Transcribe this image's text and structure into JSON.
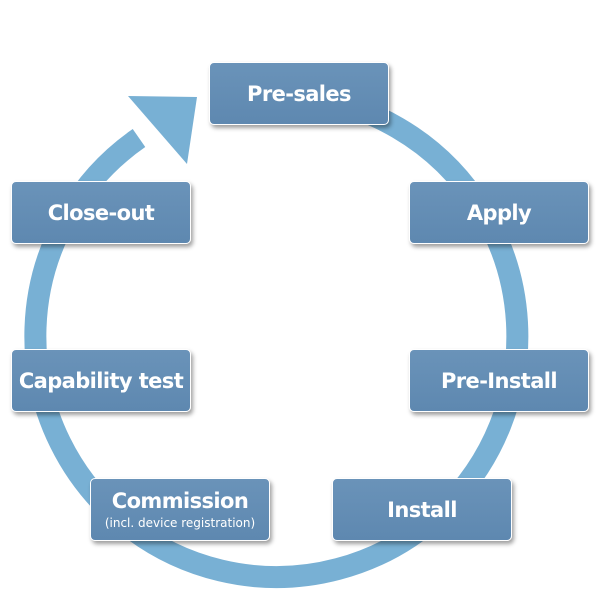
{
  "stages": {
    "presales": {
      "label": "Pre-sales"
    },
    "apply": {
      "label": "Apply"
    },
    "preinstall": {
      "label": "Pre-Install"
    },
    "install": {
      "label": "Install"
    },
    "commission": {
      "label": "Commission",
      "note": "(incl. device registration)"
    },
    "capability": {
      "label": "Capability test"
    },
    "closeout": {
      "label": "Close-out"
    }
  },
  "colors": {
    "cycle_arrow": "#78b0d4",
    "stage_fill": "#6189b0",
    "stage_text": "#ffffff"
  }
}
